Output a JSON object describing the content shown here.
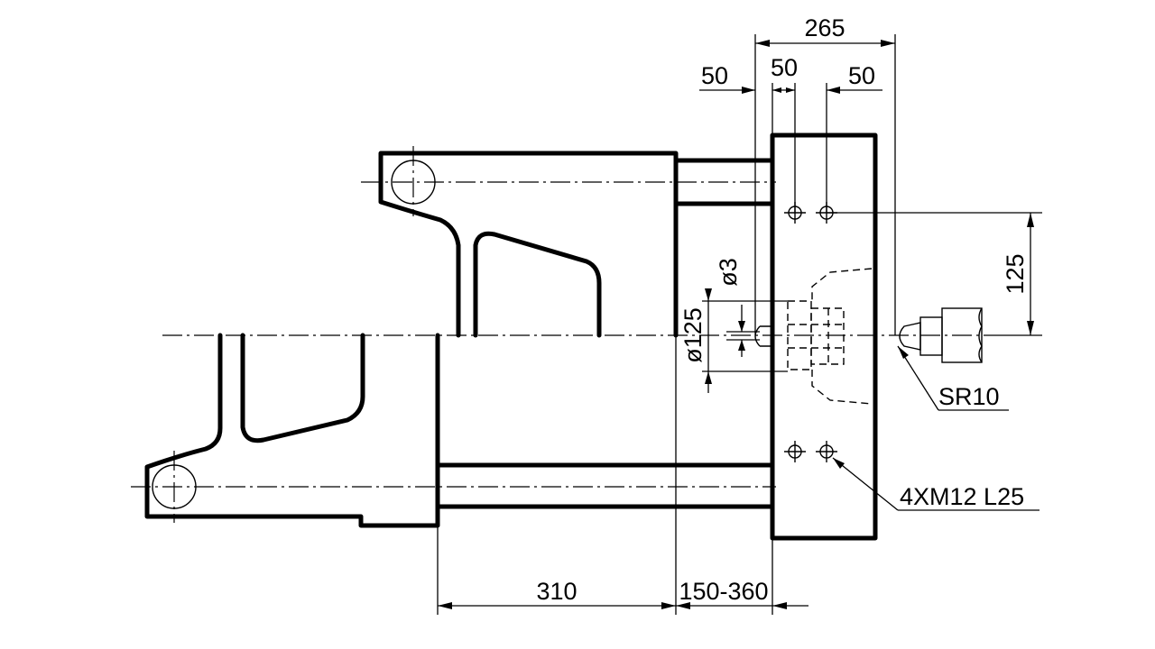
{
  "drawing": {
    "dimensions": {
      "overall_width": "265",
      "left_offset": "50",
      "middle_offset": "50",
      "right_offset": "50",
      "vertical_spacing": "125",
      "nozzle_hole_diameter": "ø3",
      "locating_ring_diameter": "ø125",
      "nozzle_radius": "SR10",
      "bolt_holes": "4XM12 L25",
      "bottom_left": "310",
      "bottom_right": "150-360"
    }
  }
}
